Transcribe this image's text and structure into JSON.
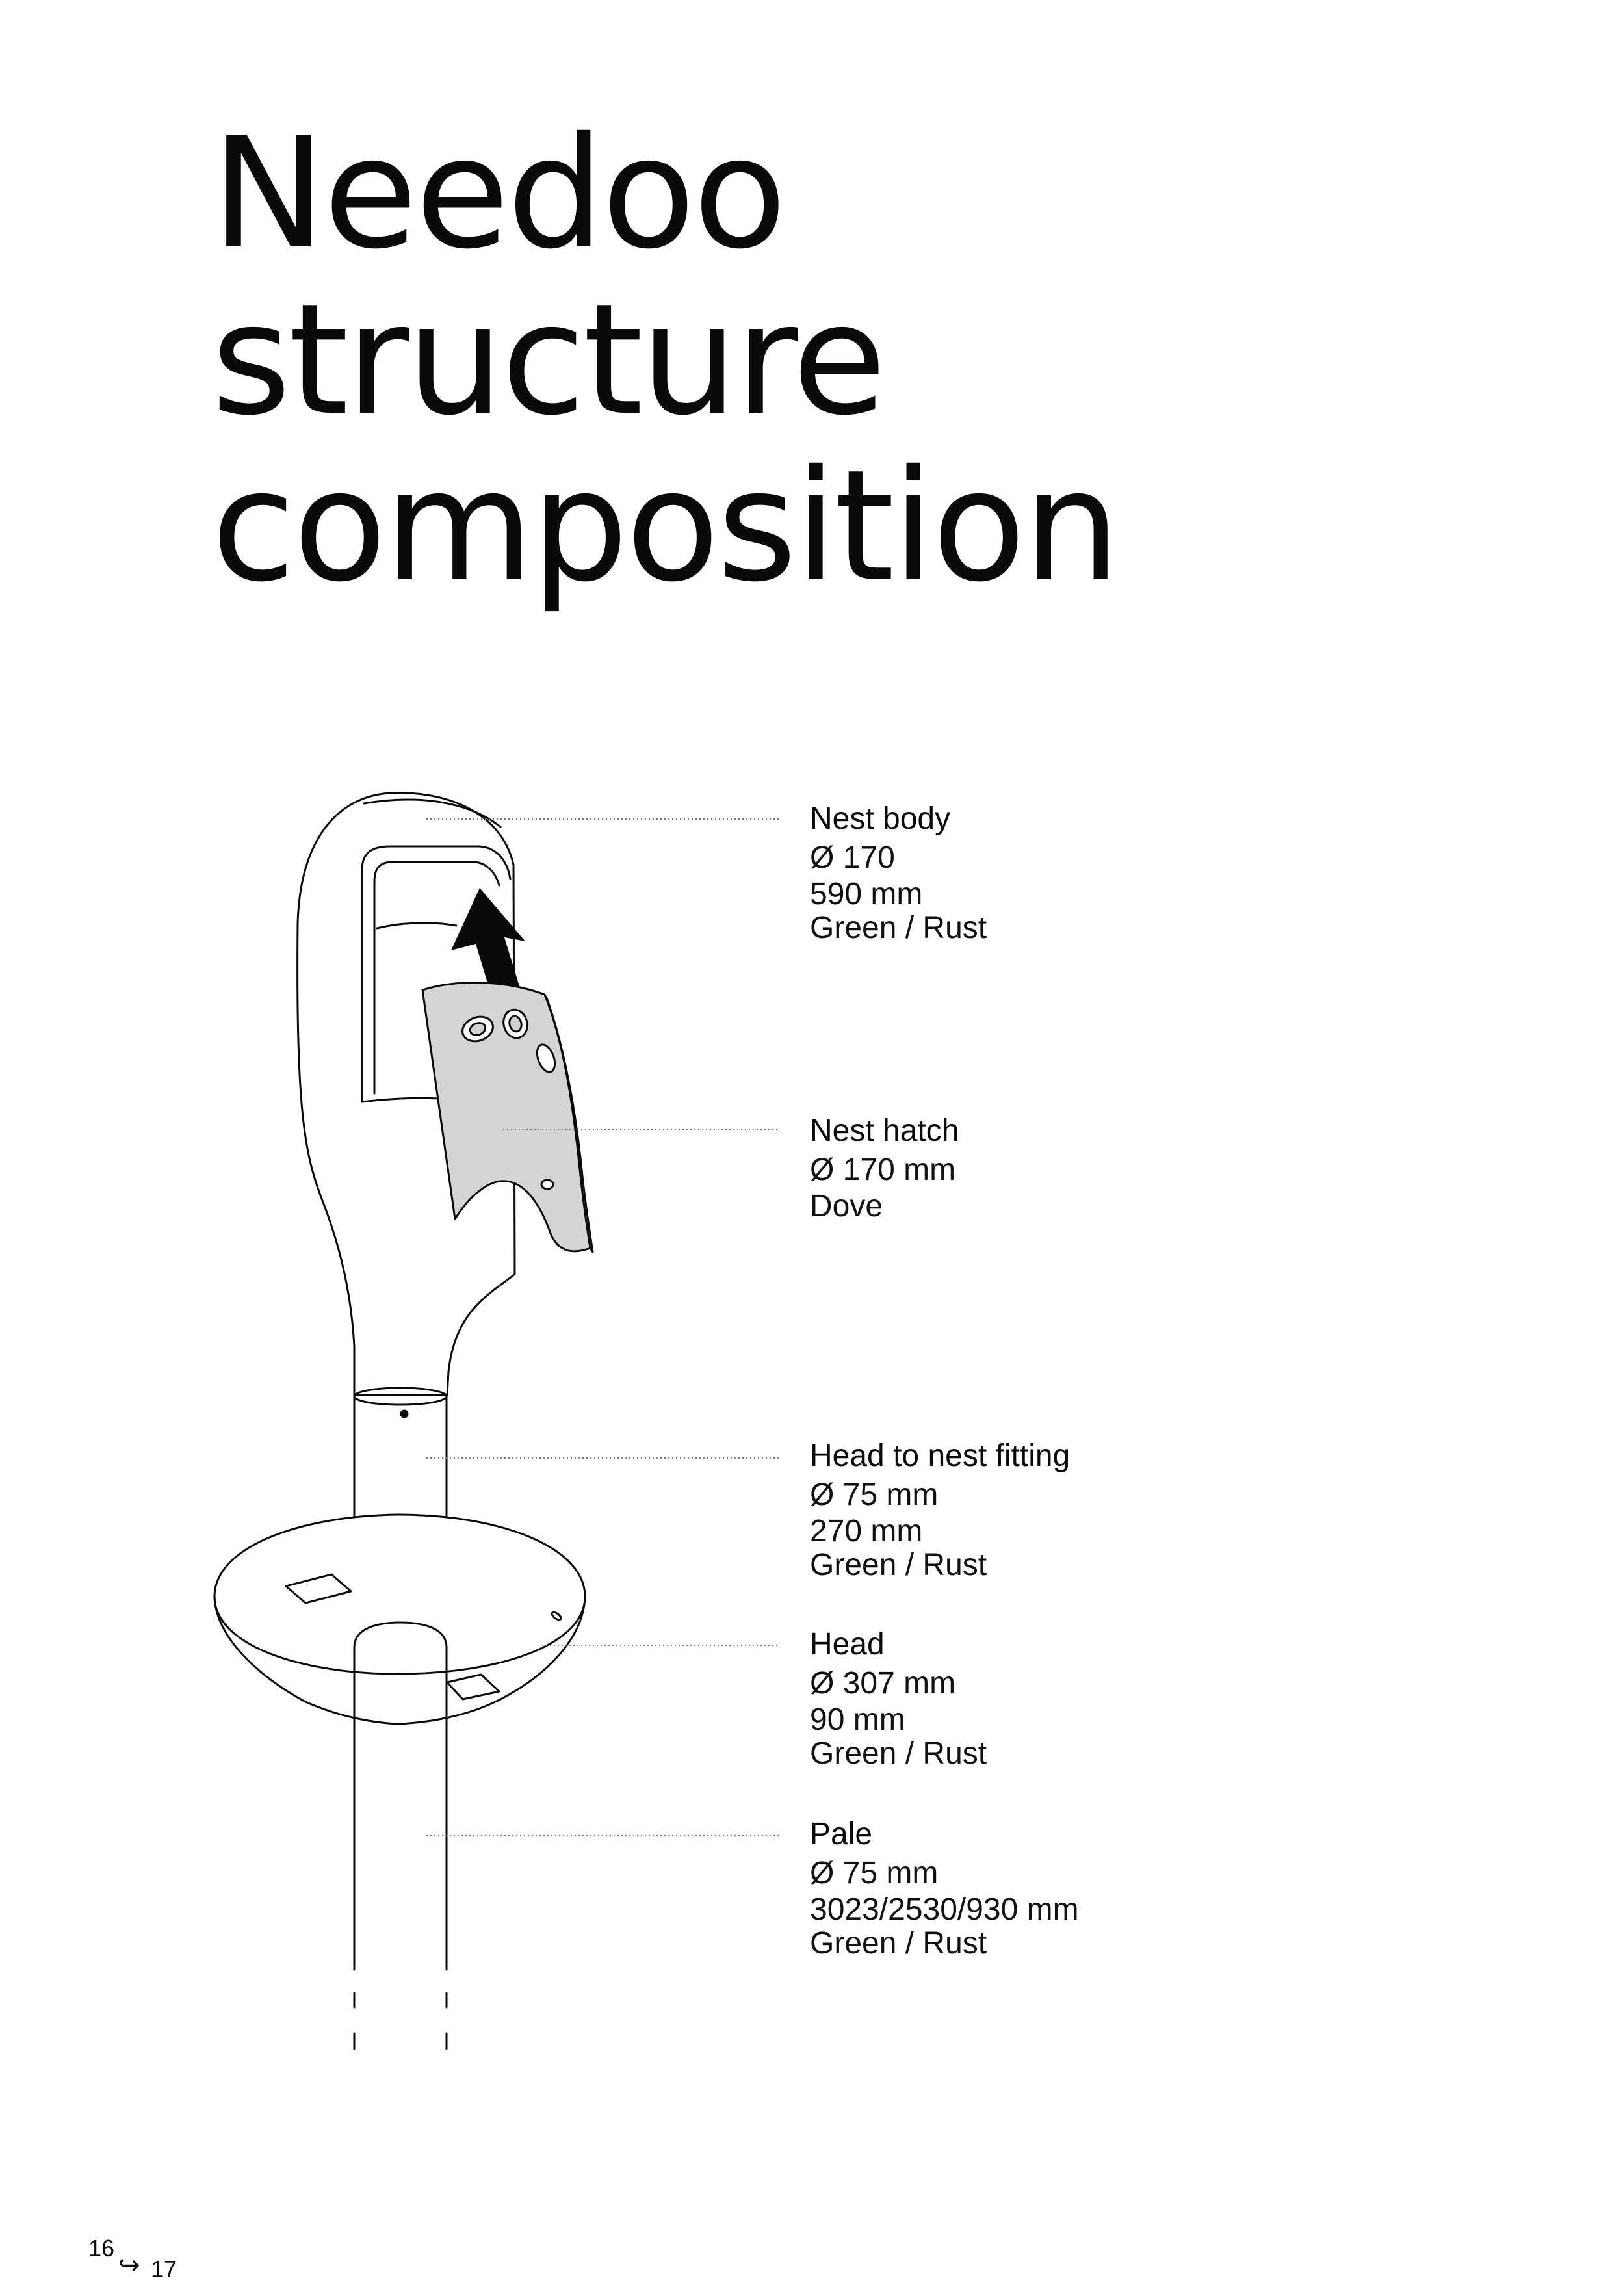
{
  "page": {
    "title_lines": [
      "Needoo",
      "structure",
      "composition"
    ]
  },
  "components": [
    {
      "name": "Nest body",
      "lines": [
        "Ø 170",
        "590 mm",
        "Green / Rust"
      ]
    },
    {
      "name": "Nest hatch",
      "lines": [
        "Ø 170 mm",
        "Dove"
      ]
    },
    {
      "name": "Head to nest fitting",
      "lines": [
        "Ø 75 mm",
        "270 mm",
        "Green / Rust"
      ]
    },
    {
      "name": "Head",
      "lines": [
        "Ø 307 mm",
        "90 mm",
        "Green / Rust"
      ]
    },
    {
      "name": "Pale",
      "lines": [
        "Ø 75 mm",
        "3023/2530/930 mm",
        "Green / Rust"
      ]
    }
  ],
  "pagination": {
    "current": "16",
    "next": "17",
    "arrow_icon": "hook-arrow-right-icon"
  },
  "colors": {
    "ink": "#0a0a0a",
    "hatch_fill": "#d4d4d4",
    "leader": "#777777"
  }
}
